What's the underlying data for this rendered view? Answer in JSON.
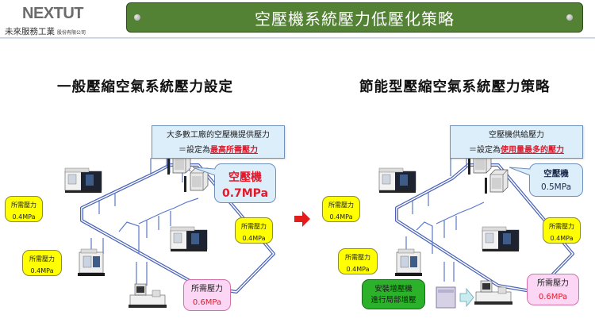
{
  "header": {
    "logo_brand": "NEXTUT",
    "logo_company": "未來服務工業",
    "logo_company_suffix": "股份有限公司",
    "title": "空壓機系統壓力低壓化策略",
    "title_bar_color": "#548235"
  },
  "left_panel": {
    "heading": "一般壓縮空氣系統壓力設定",
    "info_line1": "大多數工廠的空壓機提供壓力",
    "info_line2_prefix": "＝設定為",
    "info_line2_highlight": "最高所需壓力",
    "compressor_label": "空壓機",
    "compressor_pressure": "0.7MPa",
    "machines": [
      {
        "label": "所需壓力",
        "pressure": "0.4MPa"
      },
      {
        "label": "所需壓力",
        "pressure": "0.4MPa"
      },
      {
        "label": "所需壓力",
        "pressure": "0.4MPa"
      },
      {
        "label": "所需壓力",
        "pressure": "0.6MPa"
      }
    ]
  },
  "right_panel": {
    "heading": "節能型壓縮空氣系統壓力策略",
    "info_line1": "空壓機供給壓力",
    "info_line2_prefix": "＝設定為",
    "info_line2_highlight": "使用量最多的壓力",
    "compressor_label": "空壓機",
    "compressor_pressure": "0.5MPa",
    "booster_line1": "安裝增壓機",
    "booster_line2": "進行局部增壓",
    "machines": [
      {
        "label": "所需壓力",
        "pressure": "0.4MPa"
      },
      {
        "label": "所需壓力",
        "pressure": "0.4MPa"
      },
      {
        "label": "所需壓力",
        "pressure": "0.4MPa"
      },
      {
        "label": "所需壓力",
        "pressure": "0.6MPa"
      }
    ]
  },
  "colors": {
    "highlight_red": "#e01a2b",
    "info_fill": "#ddeefb",
    "callout_yellow": "#ffff00",
    "callout_pink": "#fbd7f5",
    "callout_green": "#2cb22a",
    "pipe_blue": "#4a63b8"
  }
}
